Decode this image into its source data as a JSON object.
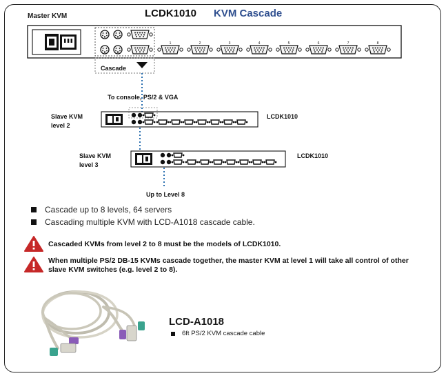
{
  "header": {
    "master_label": "Master KVM",
    "model": "LCDK1010",
    "subtitle": "KVM Cascade"
  },
  "diagram": {
    "cascade_label": "Cascade",
    "console_label": "To console, PS/2 & VGA",
    "slave2_label": [
      "Slave KVM",
      "level 2"
    ],
    "slave2_model": "LCDK1010",
    "slave3_label": [
      "Slave KVM",
      "level 3"
    ],
    "slave3_model": "LCDK1010",
    "up_to_label": "Up to Level 8",
    "port_numbers": [
      "1",
      "2",
      "3",
      "4",
      "5",
      "6",
      "7",
      "8"
    ]
  },
  "bullets": [
    "Cascade up to 8 levels, 64 servers",
    "Cascading multiple KVM with LCD-A1018 cascade cable."
  ],
  "warnings": [
    {
      "lines": [
        "Cascaded KVMs from level 2 to 8 must be the models of LCDK1010."
      ]
    },
    {
      "lines": [
        "When multiple PS/2  DB-15 KVMs cascade together, the master KVM at level 1 will take all control of other",
        "slave KVM switches (e.g. level 2 to 8)."
      ]
    }
  ],
  "cable": {
    "model": "LCD-A1018",
    "description": "6ft PS/2 KVM cascade cable"
  },
  "colors": {
    "accent": "#2f4f8f",
    "warning": "#c62828",
    "dotted_line": "#2a6fb0",
    "ps2_green": "#3aa38e",
    "ps2_purple": "#8a5cb8"
  },
  "icons": [
    "warning-triangle-icon",
    "power-socket-icon",
    "vga-port-icon",
    "ps2-port-icon"
  ]
}
